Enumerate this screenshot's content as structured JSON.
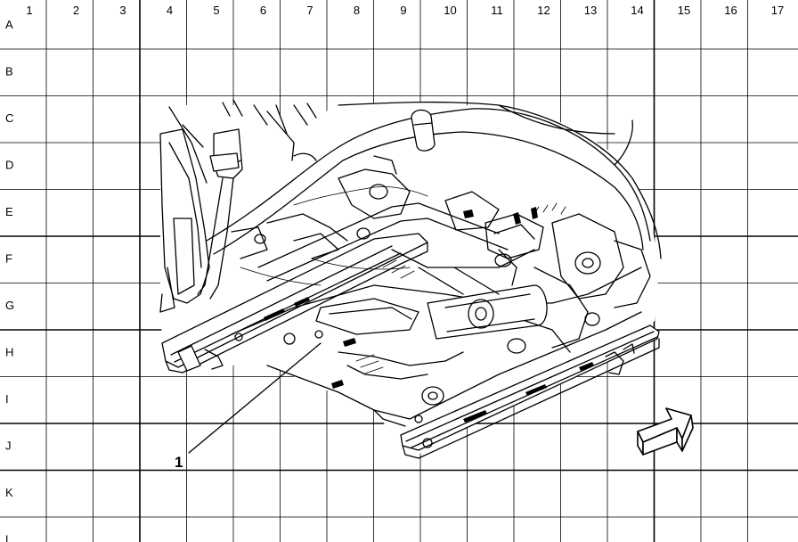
{
  "grid": {
    "columns": [
      "1",
      "2",
      "3",
      "4",
      "5",
      "6",
      "7",
      "8",
      "9",
      "10",
      "11",
      "12",
      "13",
      "14",
      "15",
      "16",
      "17"
    ],
    "rows": [
      "A",
      "B",
      "C",
      "D",
      "E",
      "F",
      "G",
      "H",
      "I",
      "J",
      "K",
      "L"
    ]
  },
  "callouts": [
    {
      "label": "1"
    }
  ],
  "icons": {
    "direction": "front-arrow-icon",
    "illustration": "seat-frame-assembly-illustration"
  }
}
